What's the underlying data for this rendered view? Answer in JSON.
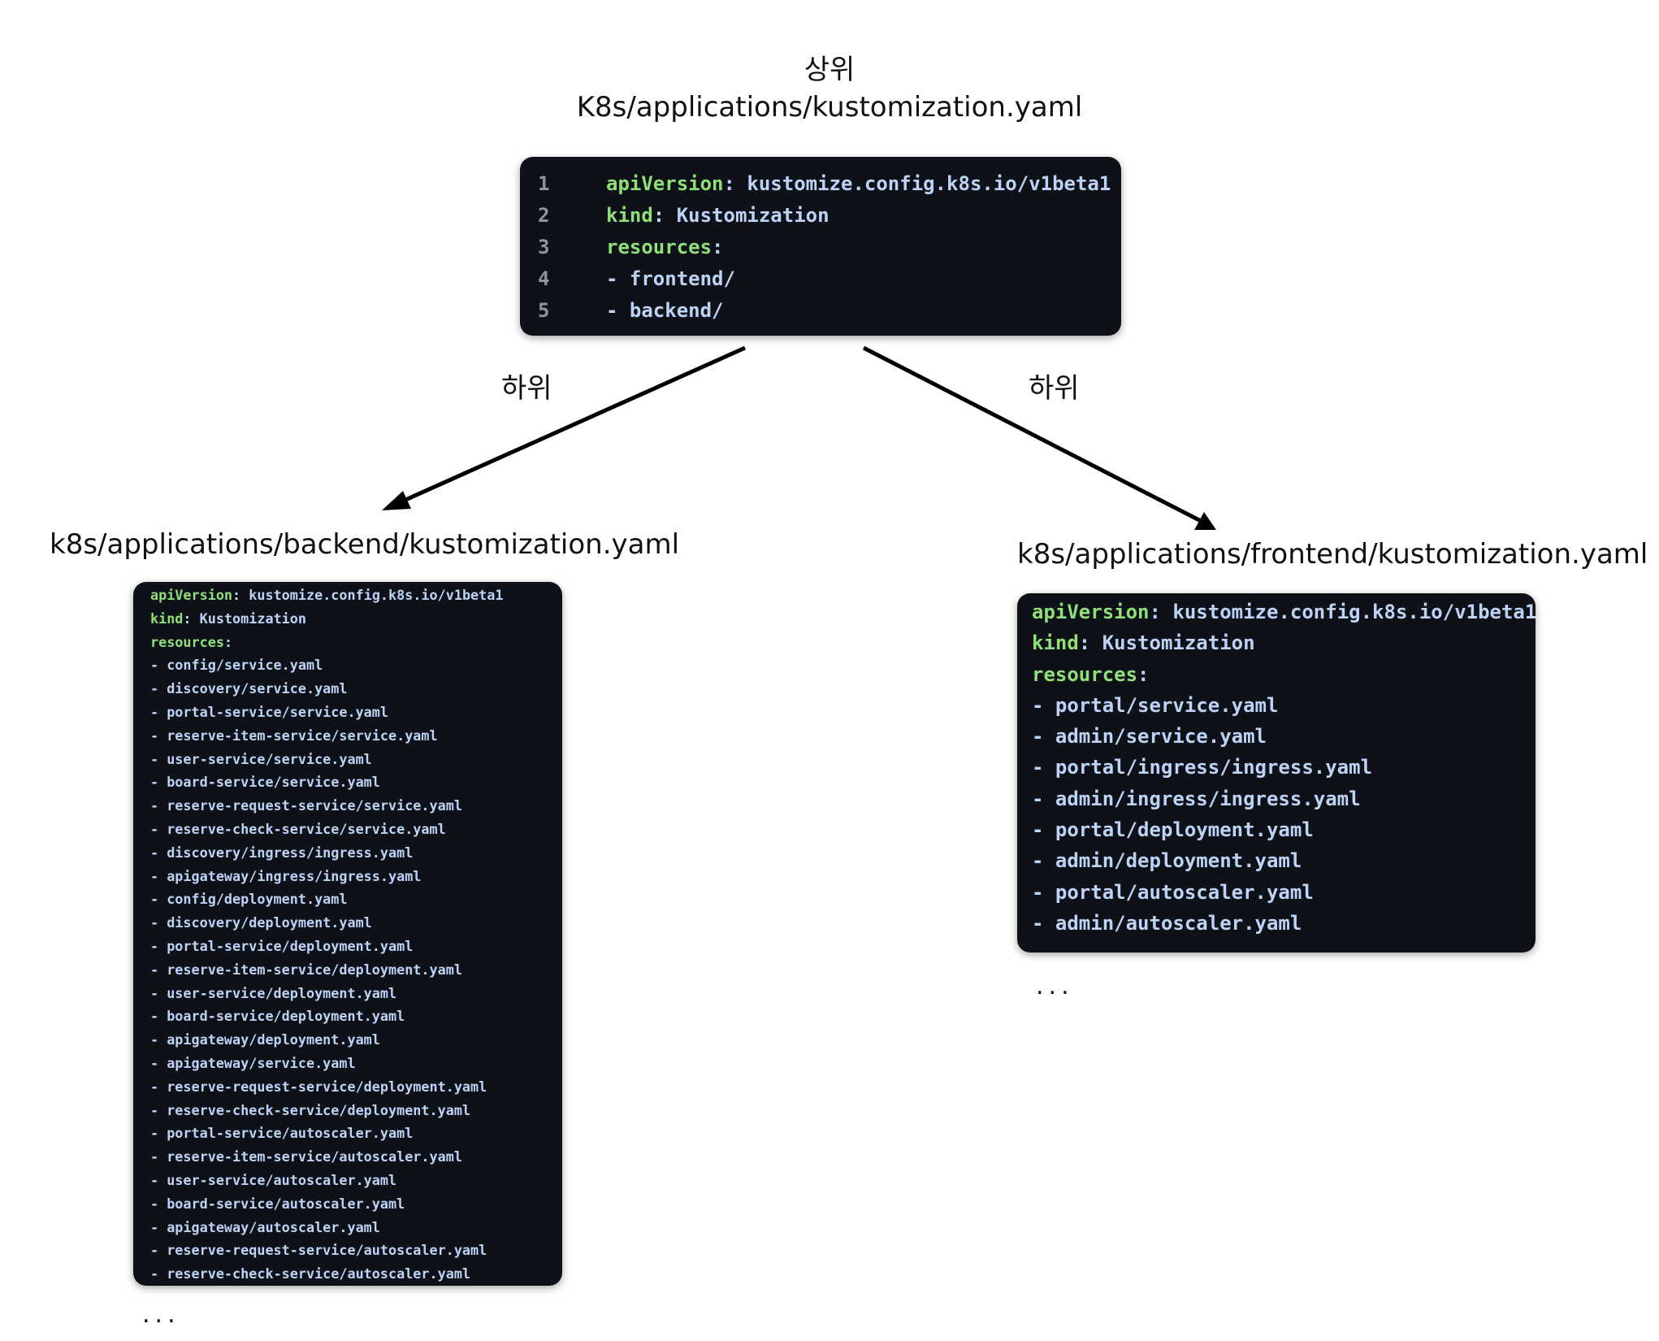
{
  "diagram": {
    "parent_heading": "상위",
    "parent_path": "K8s/applications/kustomization.yaml",
    "parent_code": [
      {
        "num": "1",
        "key": "apiVersion",
        "sep": ": ",
        "value": "kustomize.config.k8s.io/v1beta1"
      },
      {
        "num": "2",
        "key": "kind",
        "sep": ": ",
        "value": "Kustomization"
      },
      {
        "num": "3",
        "key": "resources",
        "sep": ":",
        "value": ""
      },
      {
        "num": "4",
        "key": "",
        "sep": "",
        "value": "- frontend/"
      },
      {
        "num": "5",
        "key": "",
        "sep": "",
        "value": "- backend/"
      }
    ],
    "left_edge_label": "하위",
    "right_edge_label": "하위",
    "backend_path": "k8s/applications/backend/kustomization.yaml",
    "backend_code": [
      {
        "key": "apiVersion",
        "sep": ": ",
        "value": "kustomize.config.k8s.io/v1beta1"
      },
      {
        "key": "kind",
        "sep": ": ",
        "value": "Kustomization"
      },
      {
        "key": "resources",
        "sep": ":",
        "value": ""
      },
      {
        "key": "",
        "sep": "",
        "value": "- config/service.yaml"
      },
      {
        "key": "",
        "sep": "",
        "value": "- discovery/service.yaml"
      },
      {
        "key": "",
        "sep": "",
        "value": "- portal-service/service.yaml"
      },
      {
        "key": "",
        "sep": "",
        "value": "- reserve-item-service/service.yaml"
      },
      {
        "key": "",
        "sep": "",
        "value": "- user-service/service.yaml"
      },
      {
        "key": "",
        "sep": "",
        "value": "- board-service/service.yaml"
      },
      {
        "key": "",
        "sep": "",
        "value": "- reserve-request-service/service.yaml"
      },
      {
        "key": "",
        "sep": "",
        "value": "- reserve-check-service/service.yaml"
      },
      {
        "key": "",
        "sep": "",
        "value": "- discovery/ingress/ingress.yaml"
      },
      {
        "key": "",
        "sep": "",
        "value": "- apigateway/ingress/ingress.yaml"
      },
      {
        "key": "",
        "sep": "",
        "value": "- config/deployment.yaml"
      },
      {
        "key": "",
        "sep": "",
        "value": "- discovery/deployment.yaml"
      },
      {
        "key": "",
        "sep": "",
        "value": "- portal-service/deployment.yaml"
      },
      {
        "key": "",
        "sep": "",
        "value": "- reserve-item-service/deployment.yaml"
      },
      {
        "key": "",
        "sep": "",
        "value": "- user-service/deployment.yaml"
      },
      {
        "key": "",
        "sep": "",
        "value": "- board-service/deployment.yaml"
      },
      {
        "key": "",
        "sep": "",
        "value": "- apigateway/deployment.yaml"
      },
      {
        "key": "",
        "sep": "",
        "value": "- apigateway/service.yaml"
      },
      {
        "key": "",
        "sep": "",
        "value": "- reserve-request-service/deployment.yaml"
      },
      {
        "key": "",
        "sep": "",
        "value": "- reserve-check-service/deployment.yaml"
      },
      {
        "key": "",
        "sep": "",
        "value": "- portal-service/autoscaler.yaml"
      },
      {
        "key": "",
        "sep": "",
        "value": "- reserve-item-service/autoscaler.yaml"
      },
      {
        "key": "",
        "sep": "",
        "value": "- user-service/autoscaler.yaml"
      },
      {
        "key": "",
        "sep": "",
        "value": "- board-service/autoscaler.yaml"
      },
      {
        "key": "",
        "sep": "",
        "value": "- apigateway/autoscaler.yaml"
      },
      {
        "key": "",
        "sep": "",
        "value": "- reserve-request-service/autoscaler.yaml"
      },
      {
        "key": "",
        "sep": "",
        "value": "- reserve-check-service/autoscaler.yaml"
      }
    ],
    "frontend_path": "k8s/applications/frontend/kustomization.yaml",
    "frontend_code": [
      {
        "key": "apiVersion",
        "sep": ": ",
        "value": "kustomize.config.k8s.io/v1beta1"
      },
      {
        "key": "kind",
        "sep": ": ",
        "value": "Kustomization"
      },
      {
        "key": "resources",
        "sep": ":",
        "value": ""
      },
      {
        "key": "",
        "sep": "",
        "value": "- portal/service.yaml"
      },
      {
        "key": "",
        "sep": "",
        "value": "- admin/service.yaml"
      },
      {
        "key": "",
        "sep": "",
        "value": "- portal/ingress/ingress.yaml"
      },
      {
        "key": "",
        "sep": "",
        "value": "- admin/ingress/ingress.yaml"
      },
      {
        "key": "",
        "sep": "",
        "value": "- portal/deployment.yaml"
      },
      {
        "key": "",
        "sep": "",
        "value": "- admin/deployment.yaml"
      },
      {
        "key": "",
        "sep": "",
        "value": "- portal/autoscaler.yaml"
      },
      {
        "key": "",
        "sep": "",
        "value": "- admin/autoscaler.yaml"
      }
    ],
    "backend_ellipsis": "...",
    "frontend_ellipsis": "..."
  },
  "colors": {
    "code_background": "#0e1117",
    "key_color": "#8fe07a",
    "value_color": "#bcd3f5",
    "line_number_color": "#8c96a2"
  }
}
